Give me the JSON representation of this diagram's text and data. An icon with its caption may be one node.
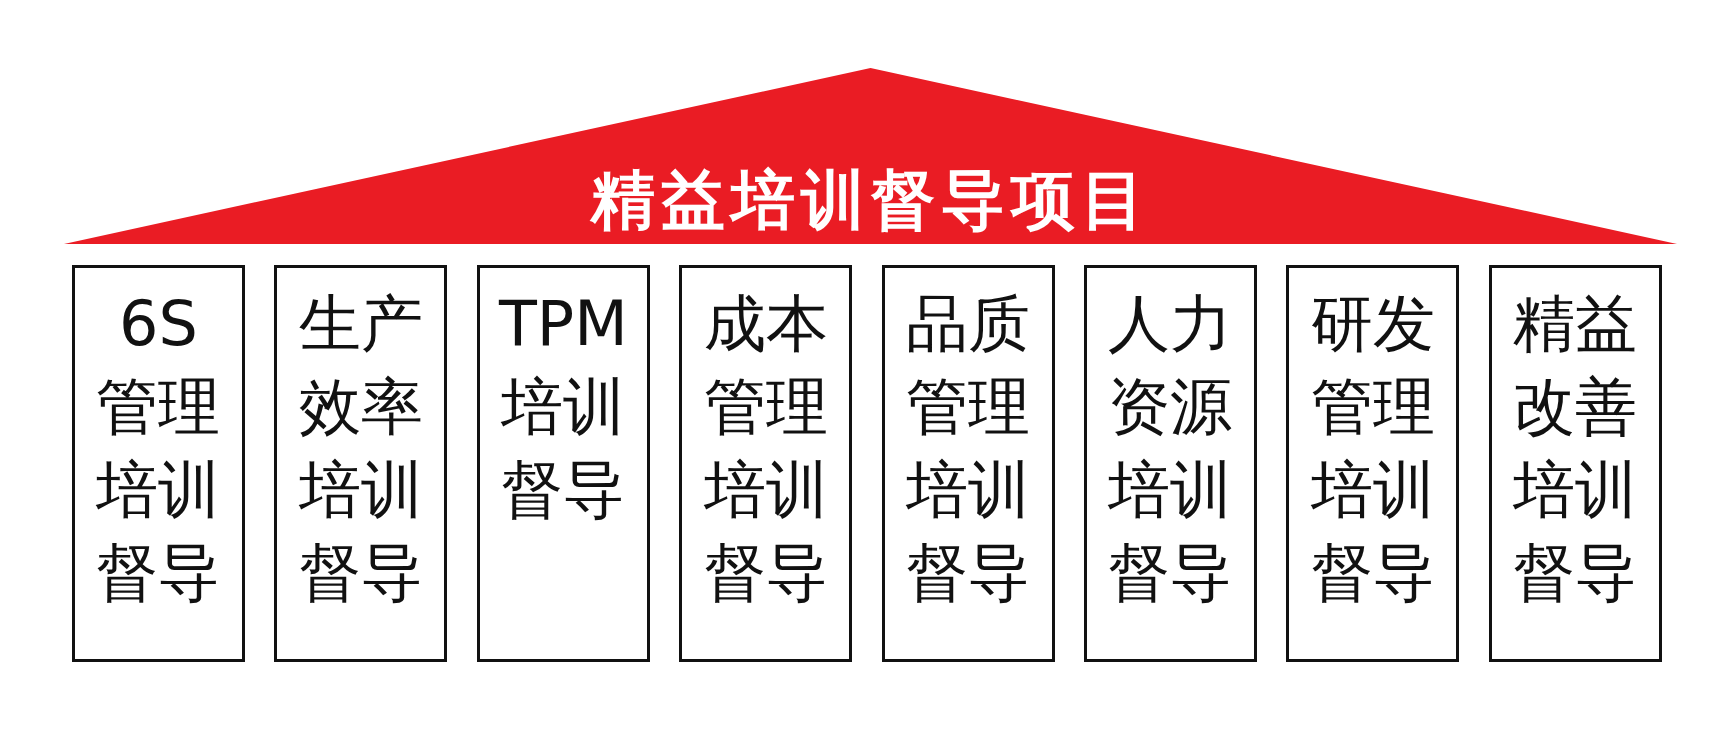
{
  "diagram": {
    "nodes": [
      {
        "text": [
          "精益培训督导项目"
        ]
      },
      {
        "text": [
          "6S管理培训督导"
        ]
      },
      {
        "text": [
          "生产效率培训督导"
        ]
      },
      {
        "text": [
          "TPM培训督导"
        ]
      },
      {
        "text": [
          "成本管理培训督导"
        ]
      },
      {
        "text": [
          "品质管理培训督导"
        ]
      },
      {
        "text": [
          "人力资源培训督导"
        ]
      },
      {
        "text": [
          "研发管理培训督导"
        ]
      },
      {
        "text": [
          "精益改善培训督导"
        ]
      }
    ]
  }
}
